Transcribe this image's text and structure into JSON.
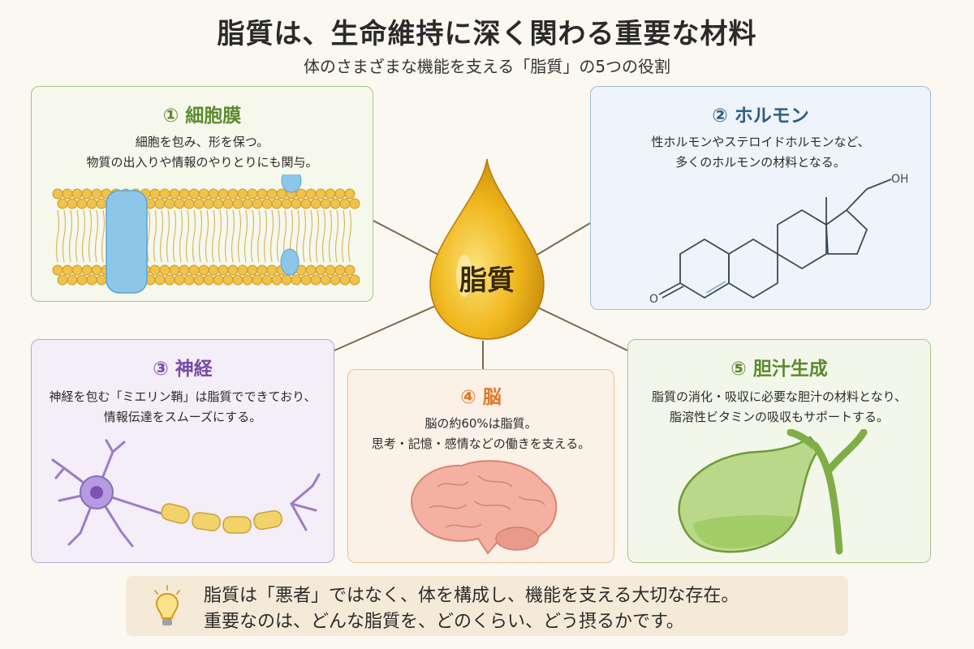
{
  "title": "脂質は、生命維持に深く関わる重要な材料",
  "subtitle": "体のさまざまな機能を支える「脂質」の5つの役割",
  "center": {
    "label": "脂質"
  },
  "cards": [
    {
      "title": "① 細胞膜",
      "lines": [
        "細胞を包み、形を保つ。",
        "物質の出入りや情報のやりとりにも関与。"
      ],
      "accent": "#5c8a2e",
      "icon": "cell-membrane-illustration"
    },
    {
      "title": "② ホルモン",
      "lines": [
        "性ホルモンやステロイドホルモンなど、",
        "多くのホルモンの材料となる。"
      ],
      "accent": "#2f5f86",
      "icon": "steroid-structure-illustration",
      "formula_labels": {
        "oh": "OH",
        "o": "O"
      }
    },
    {
      "title": "③ 神経",
      "lines": [
        "神経を包む「ミエリン鞘」は脂質でできており、",
        "情報伝達をスムーズにする。"
      ],
      "accent": "#7a4aa6",
      "icon": "neuron-illustration"
    },
    {
      "title": "④ 脳",
      "lines": [
        "脳の約60%は脂質。",
        "思考・記憶・感情などの働きを支える。"
      ],
      "accent": "#e0782a",
      "icon": "brain-illustration"
    },
    {
      "title": "⑤ 胆汁生成",
      "lines": [
        "脂質の消化・吸収に必要な胆汁の材料となり、",
        "脂溶性ビタミンの吸収もサポートする。"
      ],
      "accent": "#5c8a2e",
      "icon": "gallbladder-illustration"
    }
  ],
  "footer": {
    "line1": "脂質は「悪者」ではなく、体を構成し、機能を支える大切な存在。",
    "line2": "重要なのは、どんな脂質を、どのくらい、どう摂るかです。",
    "icon": "lightbulb-icon"
  }
}
